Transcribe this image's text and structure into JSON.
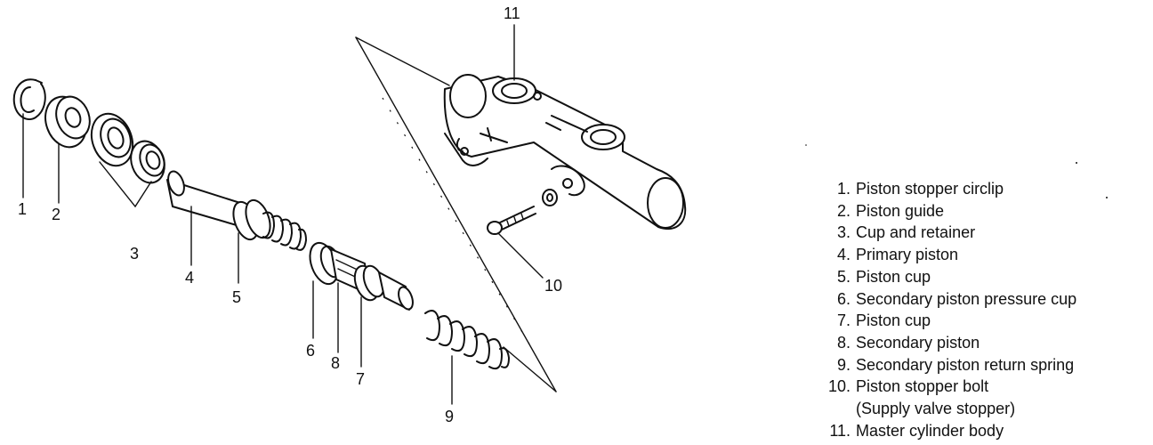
{
  "callouts": {
    "c1": "1",
    "c2": "2",
    "c3": "3",
    "c4": "4",
    "c5": "5",
    "c6": "6",
    "c7": "7",
    "c8": "8",
    "c9": "9",
    "c10": "10",
    "c11": "11"
  },
  "legend": {
    "items": [
      {
        "num": "1.",
        "text": "Piston stopper circlip"
      },
      {
        "num": "2.",
        "text": "Piston guide"
      },
      {
        "num": "3.",
        "text": "Cup and retainer"
      },
      {
        "num": "4.",
        "text": "Primary piston"
      },
      {
        "num": "5.",
        "text": "Piston cup"
      },
      {
        "num": "6.",
        "text": "Secondary piston pressure cup"
      },
      {
        "num": "7.",
        "text": "Piston cup"
      },
      {
        "num": "8.",
        "text": "Secondary piston"
      },
      {
        "num": "9.",
        "text": "Secondary piston return spring"
      },
      {
        "num": "10.",
        "text": "Piston stopper bolt"
      },
      {
        "num": "",
        "text": "(Supply valve stopper)"
      },
      {
        "num": "11.",
        "text": "Master cylinder body"
      }
    ]
  }
}
